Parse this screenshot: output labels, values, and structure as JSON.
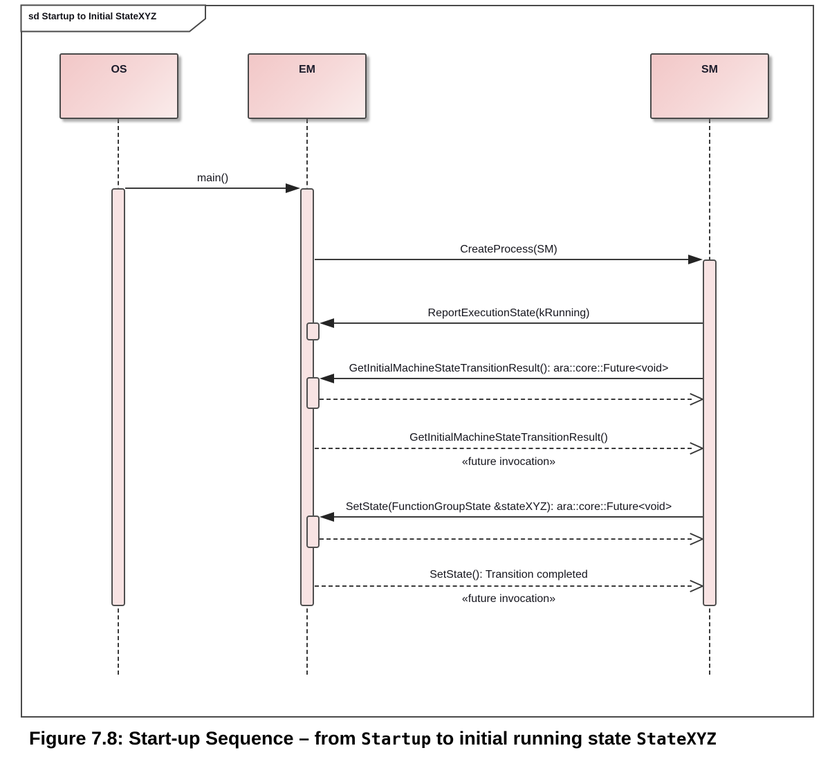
{
  "frame": {
    "title": "sd Startup to Initial StateXYZ"
  },
  "participants": [
    {
      "label": "OS"
    },
    {
      "label": "EM"
    },
    {
      "label": "SM"
    }
  ],
  "messages": [
    {
      "label": "main()",
      "kind": "sync-solid"
    },
    {
      "label": "CreateProcess(SM)",
      "kind": "sync-solid"
    },
    {
      "label": "ReportExecutionState(kRunning)",
      "kind": "sync-solid"
    },
    {
      "label": "GetInitialMachineStateTransitionResult(): ara::core::Future<void>",
      "kind": "sync-solid"
    },
    {
      "label": "",
      "kind": "return-dashed"
    },
    {
      "label": "GetInitialMachineStateTransitionResult()",
      "stereotype": "«future invocation»",
      "kind": "async-dashed"
    },
    {
      "label": "SetState(FunctionGroupState &stateXYZ): ara::core::Future<void>",
      "kind": "sync-solid"
    },
    {
      "label": "",
      "kind": "return-dashed"
    },
    {
      "label": "SetState(): Transition completed",
      "stereotype": "«future invocation»",
      "kind": "async-dashed"
    }
  ],
  "caption": {
    "prefix": "Figure 7.8: Start-up Sequence – from ",
    "code1": "Startup",
    "middle": " to initial running state ",
    "code2": "StateXYZ"
  },
  "colors": {
    "box_gradient_start": "#f2c7c7",
    "box_gradient_end": "#faeceb",
    "activation_fill": "#f8e3e3",
    "line": "#3a3a3a",
    "border": "#4a4a4a"
  }
}
